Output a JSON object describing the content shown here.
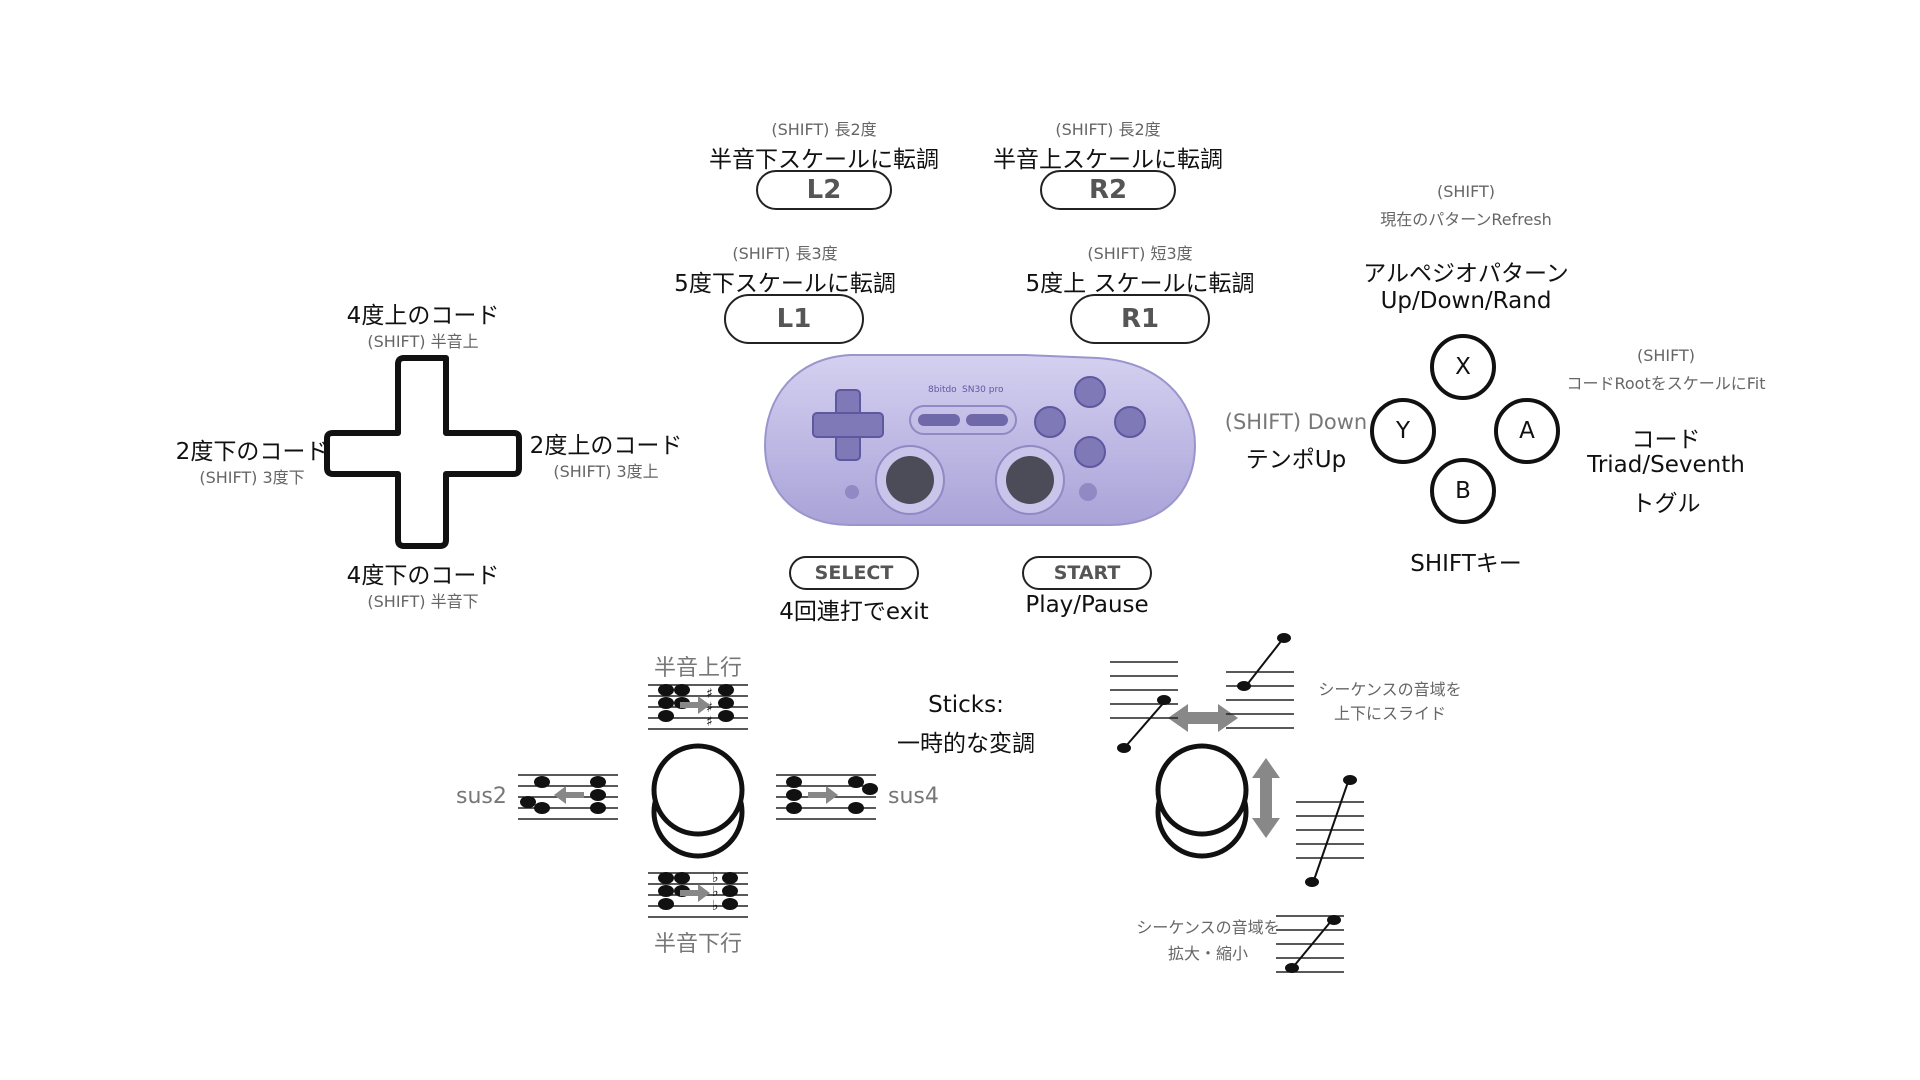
{
  "buttons": {
    "l2": {
      "label": "L2",
      "shift": "(SHIFT) 長2度",
      "desc": "半音下スケールに転調"
    },
    "r2": {
      "label": "R2",
      "shift": "(SHIFT) 長2度",
      "desc": "半音上スケールに転調"
    },
    "l1": {
      "label": "L1",
      "shift": "(SHIFT) 長3度",
      "desc": "5度下スケールに転調"
    },
    "r1": {
      "label": "R1",
      "shift": "(SHIFT) 短3度",
      "desc": "5度上 スケールに転調"
    },
    "select": {
      "label": "SELECT",
      "desc": "4回連打でexit"
    },
    "start": {
      "label": "START",
      "desc": "Play/Pause"
    }
  },
  "dpad": {
    "up": {
      "desc": "4度上のコード",
      "shift": "(SHIFT) 半音上"
    },
    "down": {
      "desc": "4度下のコード",
      "shift": "(SHIFT) 半音下"
    },
    "left": {
      "desc": "2度下のコード",
      "shift": "(SHIFT) 3度下"
    },
    "right": {
      "desc": "2度上のコード",
      "shift": "(SHIFT) 3度上"
    }
  },
  "face": {
    "x": {
      "label": "X",
      "shift": "(SHIFT)",
      "shift2": "現在のパターンRefresh",
      "desc": "アルペジオパターン",
      "desc2": "Up/Down/Rand"
    },
    "y": {
      "label": "Y",
      "shift": "(SHIFT) Down",
      "desc": "テンポUp"
    },
    "a": {
      "label": "A",
      "shift": "(SHIFT)",
      "shift2": "コードRootをスケールにFit",
      "desc": "コード",
      "desc2": "Triad/Seventh",
      "desc3": "トグル"
    },
    "b": {
      "label": "B",
      "desc": "SHIFTキー"
    }
  },
  "controller": {
    "brand": "8bitdo",
    "model": "SN30 pro"
  },
  "sticks": {
    "title": "Sticks:",
    "title2": "一時的な変調",
    "up": "半音上行",
    "down": "半音下行",
    "left": "sus2",
    "right": "sus4",
    "right_h": "シーケンスの音域を",
    "right_h2": "上下にスライド",
    "right_v": "シーケンスの音域を",
    "right_v2": "拡大・縮小"
  },
  "colors": {
    "controller_body": "#b5b0e0",
    "controller_dark": "#8a84c4",
    "arrow_gray": "#888888"
  }
}
